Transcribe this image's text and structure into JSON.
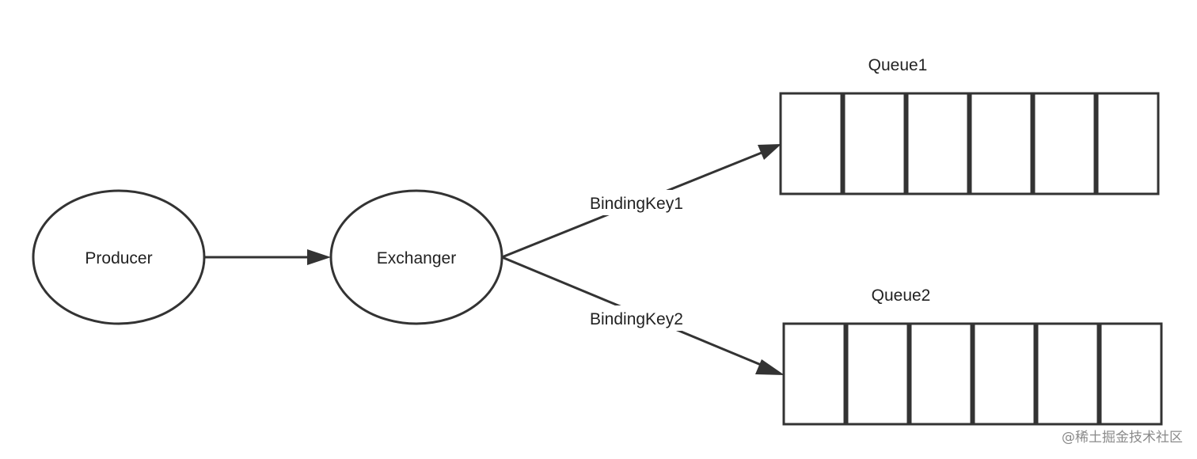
{
  "colors": {
    "stroke": "#333333",
    "text": "#222222",
    "background": "#ffffff",
    "watermark": "#8a8a8a"
  },
  "nodes": {
    "producer": {
      "label": "Producer",
      "shape": "ellipse"
    },
    "exchanger": {
      "label": "Exchanger",
      "shape": "ellipse"
    }
  },
  "queues": [
    {
      "label": "Queue1",
      "slots": 6
    },
    {
      "label": "Queue2",
      "slots": 6
    }
  ],
  "edges": [
    {
      "from": "Producer",
      "to": "Exchanger",
      "label": ""
    },
    {
      "from": "Exchanger",
      "to": "Queue1",
      "label": "BindingKey1"
    },
    {
      "from": "Exchanger",
      "to": "Queue2",
      "label": "BindingKey2"
    }
  ],
  "watermark": "@稀土掘金技术社区"
}
